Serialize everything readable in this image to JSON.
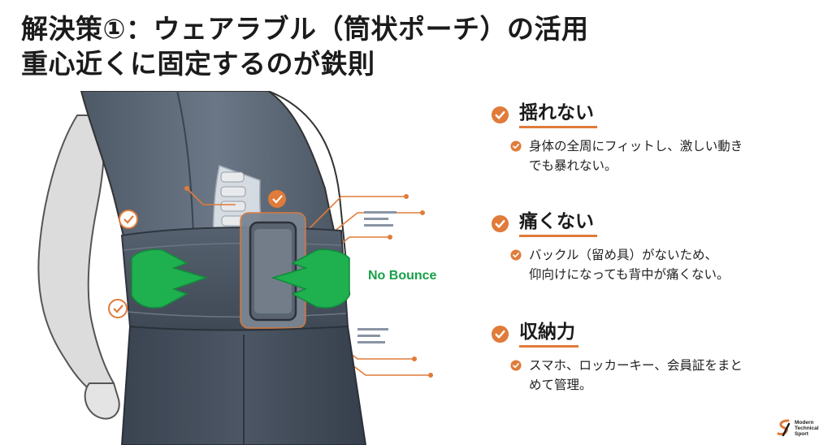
{
  "title": {
    "line1": "解決策①：ウェアラブル（筒状ポーチ）の活用",
    "line2": "重心近くに固定するのが鉄則"
  },
  "illustration": {
    "label": "No Bounce",
    "label_color": "#18a048",
    "arrow_color": "#1fb04f",
    "accent_color": "#e07b3a",
    "shirt_color": "#5d6978",
    "belt_color": "#4a5563"
  },
  "features": [
    {
      "title": "揺れない",
      "text": "身体の全周にフィットし、激しい動き\nでも暴れない。"
    },
    {
      "title": "痛くない",
      "text": "バックル（留め具）がないため、\n仰向けになっても背中が痛くない。"
    },
    {
      "title": "収納力",
      "text": "スマホ、ロッカーキー、会員証をまと\nめて管理。"
    }
  ],
  "logo": {
    "text": "Modern\nTechnical\nSport"
  },
  "colors": {
    "accent": "#e07b3a",
    "green": "#1fb04f"
  }
}
